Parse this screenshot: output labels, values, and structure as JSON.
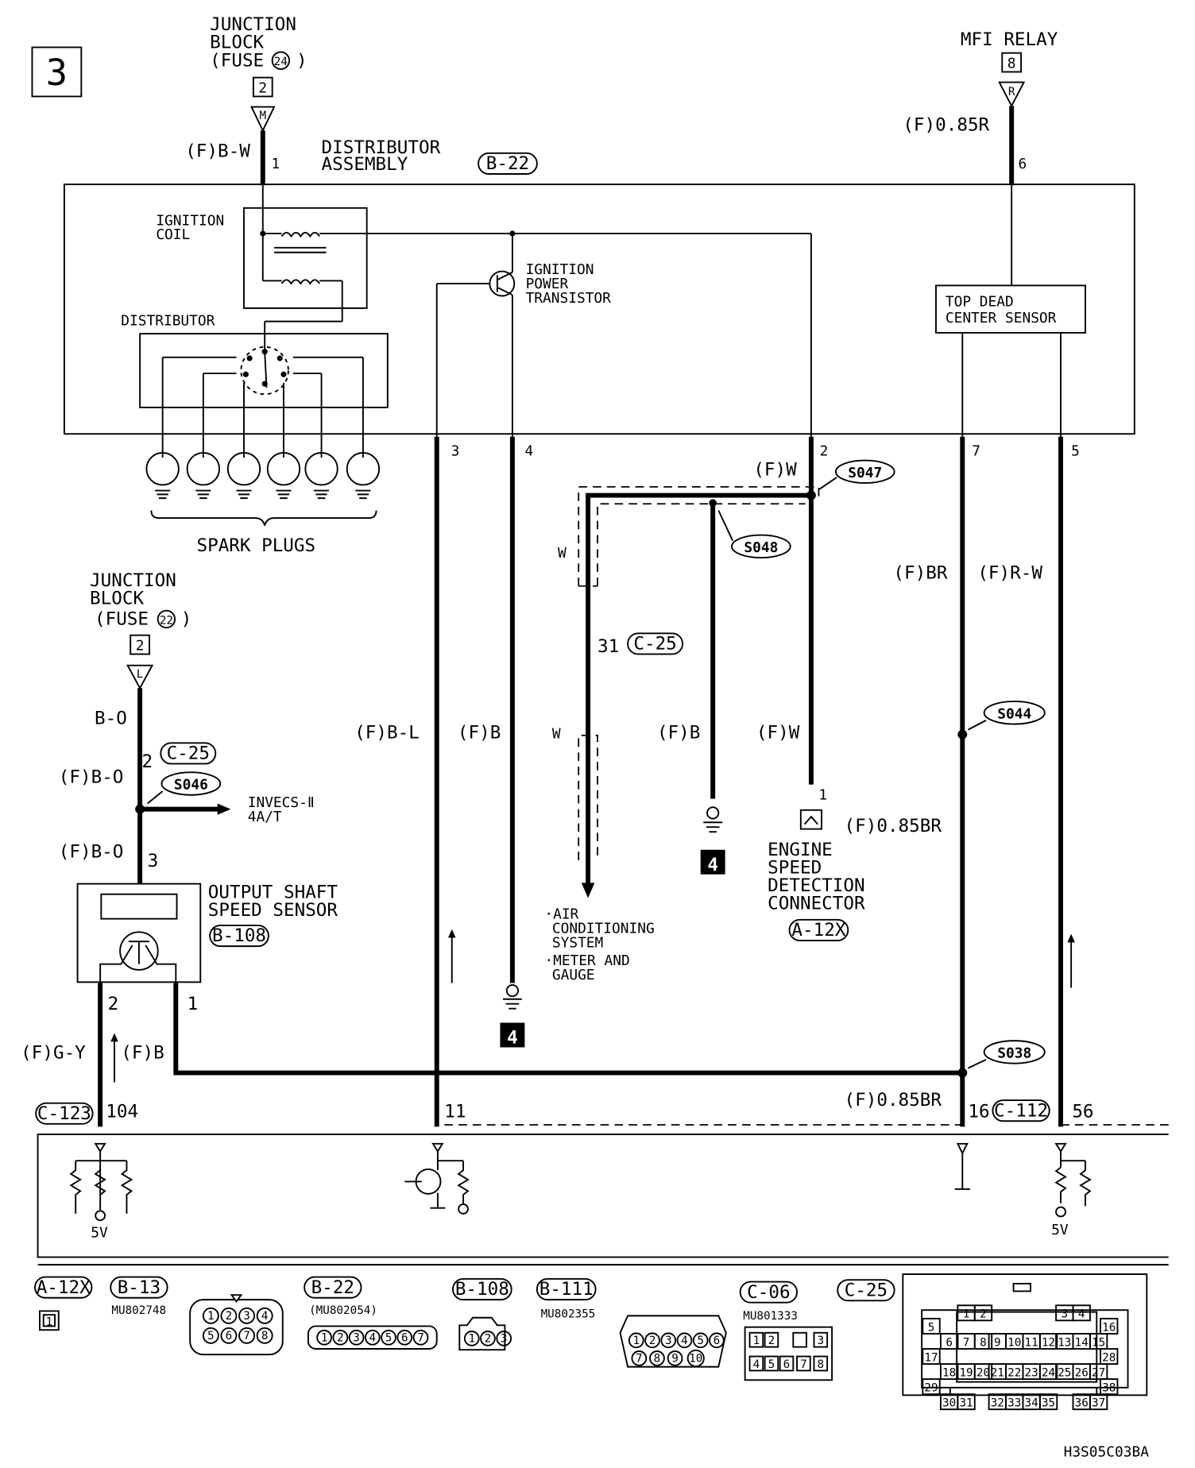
{
  "page_number": "3",
  "drawing_code": "H3S05C03BA",
  "power_sources": {
    "jb_fuse24": {
      "line1": "JUNCTION",
      "line2": "BLOCK",
      "line3": "(FUSE   )",
      "fuse_no": "24",
      "pin": "2",
      "tag": "M"
    },
    "mfi_relay": {
      "label": "MFI RELAY",
      "pin": "8",
      "tag": "R"
    },
    "jb_fuse22": {
      "line1": "JUNCTION",
      "line2": "BLOCK",
      "line3": "(FUSE   )",
      "fuse_no": "22",
      "pin": "2",
      "tag": "L"
    }
  },
  "distributor_assembly": {
    "line1": "DISTRIBUTOR",
    "line2": "ASSEMBLY",
    "connector": "B-22",
    "ignition_coil": {
      "line1": "IGNITION",
      "line2": "COIL"
    },
    "ignition_power_transistor": {
      "line1": "IGNITION",
      "line2": "POWER",
      "line3": "TRANSISTOR"
    },
    "distributor": "DISTRIBUTOR",
    "tdc_sensor": {
      "line1": "TOP DEAD",
      "line2": "CENTER SENSOR"
    },
    "spark_plugs": "SPARK PLUGS"
  },
  "wire_labels": {
    "fbw_top": "(F)B-W",
    "f085r_top": "(F)0.85R",
    "fw_top": "(F)W",
    "w_upper": "W",
    "w_lower": "W",
    "fb_mid": "(F)B",
    "fw_mid": "(F)W",
    "fbl": "(F)B-L",
    "fb_left": "(F)B",
    "fbr": "(F)BR",
    "frw": "(F)R-W",
    "bo": "B-O",
    "fbo_1": "(F)B-O",
    "fbo_2": "(F)B-O",
    "f085br_1": "(F)0.85BR",
    "f085br_2": "(F)0.85BR",
    "fgy": "(F)G-Y",
    "fb_low": "(F)B"
  },
  "pins": {
    "p1_top": "1",
    "p6_top": "6",
    "p3": "3",
    "p4": "4",
    "p2_dist": "2",
    "p7": "7",
    "p5": "5",
    "p31": "31",
    "p2_c25": "2",
    "p3_oss": "3",
    "p2_oss": "2",
    "p1_oss": "1",
    "p1_esd": "1",
    "p104": "104",
    "p11": "11",
    "p16": "16",
    "p56": "56"
  },
  "splices": {
    "s047": "S047",
    "s048": "S048",
    "s046": "S046",
    "s044": "S044",
    "s038": "S038"
  },
  "connector_refs": {
    "c25_upper": "C-25",
    "c25_left": "C-25",
    "b108": "B-108",
    "a12x": "A-12X",
    "c123": "C-123",
    "c112": "C-112"
  },
  "components": {
    "invecs": {
      "line1": "INVECS-Ⅱ",
      "line2": "4A/T"
    },
    "oss": {
      "line1": "OUTPUT SHAFT",
      "line2": "SPEED SENSOR"
    },
    "esd": {
      "line1": "ENGINE",
      "line2": "SPEED",
      "line3": "DETECTION",
      "line4": "CONNECTOR"
    },
    "ac_dest": {
      "line1": "·AIR",
      "line2": "CONDITIONING",
      "line3": "SYSTEM",
      "line4": "·METER AND",
      "line5": "GAUGE"
    }
  },
  "ground_refs": {
    "g1": "4",
    "g2": "4"
  },
  "ecm": {
    "v5_left": "5V",
    "v5_right": "5V"
  },
  "connector_legend": {
    "a12x": {
      "label": "A-12X",
      "pin_box": "1"
    },
    "b13": {
      "label": "B-13",
      "part": "MU802748",
      "pins": [
        "1",
        "2",
        "3",
        "4",
        "5",
        "6",
        "7",
        "8"
      ]
    },
    "b22": {
      "label": "B-22",
      "part": "(MU802054)",
      "pins": [
        "1",
        "2",
        "3",
        "4",
        "5",
        "6",
        "7"
      ]
    },
    "b108": {
      "label": "B-108",
      "pins": [
        "1",
        "2",
        "3"
      ]
    },
    "b111": {
      "label": "B-111",
      "part": "MU802355",
      "pins": [
        "1",
        "2",
        "3",
        "4",
        "5",
        "6",
        "7",
        "8",
        "9",
        "10"
      ]
    },
    "c06": {
      "label": "C-06",
      "part": "MU801333",
      "row1": [
        "1",
        "2",
        "",
        "3"
      ],
      "row2": [
        "4",
        "5",
        "6",
        "7",
        "8"
      ]
    },
    "c25": {
      "label": "C-25",
      "rows": [
        [
          "1",
          "2",
          "3",
          "4"
        ],
        [
          "5",
          "16"
        ],
        [
          "6",
          "7",
          "8",
          "9",
          "10",
          "11",
          "12",
          "13",
          "14",
          "15"
        ],
        [
          "17",
          "28"
        ],
        [
          "18",
          "19",
          "20",
          "21",
          "22",
          "23",
          "24",
          "25",
          "26",
          "27"
        ],
        [
          "29",
          "38"
        ],
        [
          "30",
          "31",
          "32",
          "33",
          "34",
          "35",
          "36",
          "37"
        ]
      ]
    }
  }
}
